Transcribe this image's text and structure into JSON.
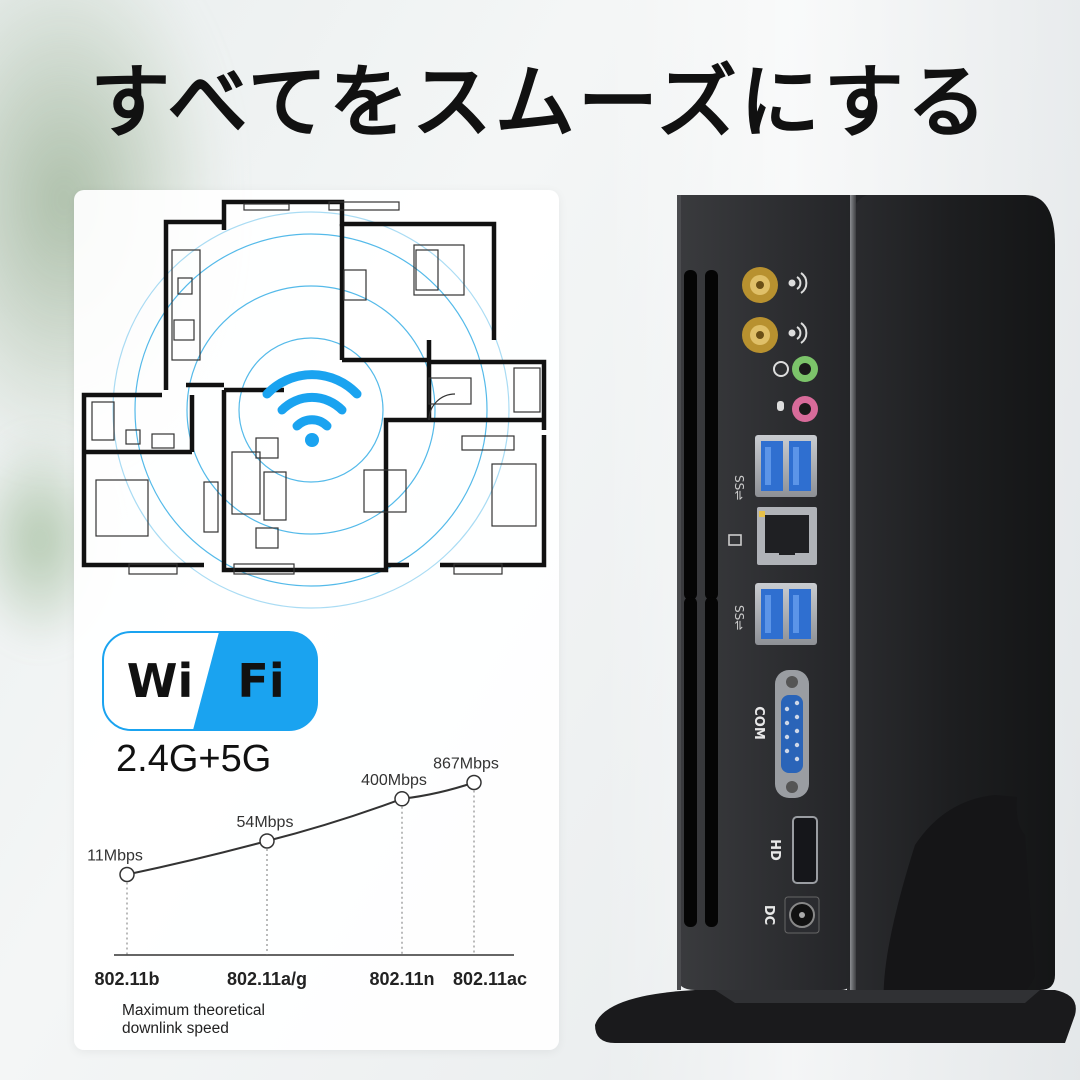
{
  "headline": "すべてをスムーズにする",
  "wifi": {
    "logo_left": "Wi",
    "logo_right": "Fi",
    "band": "2.4G+5G",
    "accent_color": "#1aa3f0"
  },
  "chart_data": {
    "type": "line",
    "categories": [
      "802.11b",
      "802.11a/g",
      "802.11n",
      "802.11ac"
    ],
    "values": [
      11,
      54,
      400,
      867
    ],
    "value_labels": [
      "11Mbps",
      "54Mbps",
      "400Mbps",
      "867Mbps"
    ],
    "caption": "Maximum theoretical downlink speed",
    "caption_lines": [
      "Maximum theoretical",
      "downlink speed"
    ]
  },
  "device": {
    "port_labels": {
      "com": "COM",
      "hd": "HD",
      "dc": "DC"
    },
    "body_color": "#1c1d1f"
  },
  "icons": [
    "wifi-icon",
    "antenna-icon",
    "headphone-icon",
    "microphone-icon",
    "usb-icon",
    "ethernet-icon"
  ]
}
